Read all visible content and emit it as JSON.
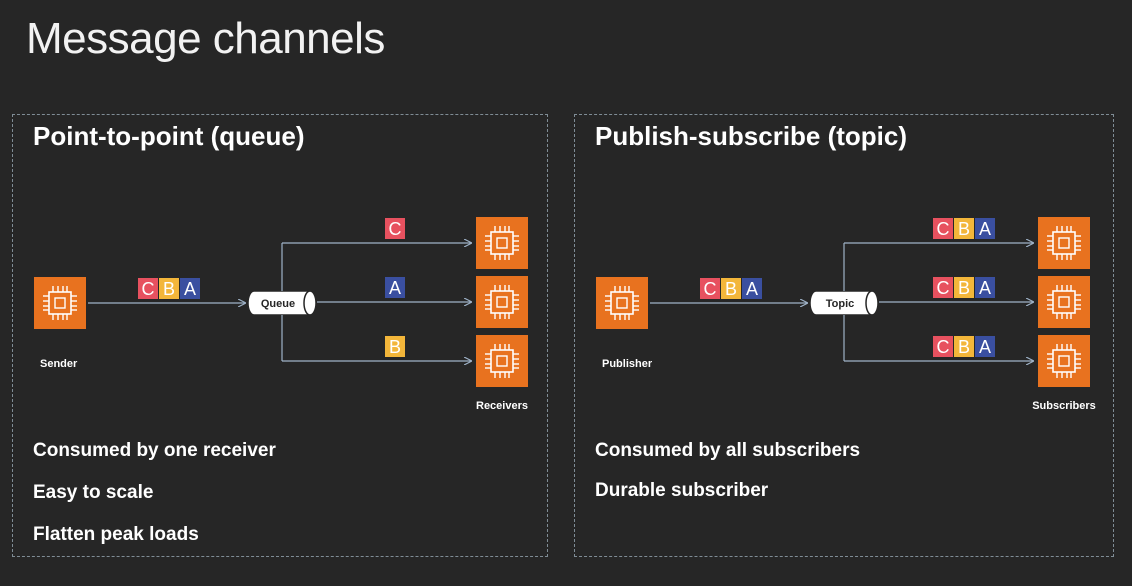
{
  "title": "Message channels",
  "colors": {
    "background": "#262626",
    "panel_border": "#7f8c95",
    "ec2_fill": "#e8721f",
    "msg_c": "#e7515f",
    "msg_b": "#f3b63a",
    "msg_a": "#3a4fa0",
    "arrow": "#9fb3c8"
  },
  "left": {
    "heading": "Point-to-point (queue)",
    "sender_label": "Sender",
    "channel_label": "Queue",
    "receivers_label": "Receivers",
    "incoming": [
      "C",
      "B",
      "A"
    ],
    "outgoing": [
      [
        "C"
      ],
      [
        "A"
      ],
      [
        "B"
      ]
    ],
    "bullets": [
      "Consumed by one receiver",
      "Easy to scale",
      "Flatten peak loads"
    ]
  },
  "right": {
    "heading": "Publish-subscribe (topic)",
    "sender_label": "Publisher",
    "channel_label": "Topic",
    "receivers_label": "Subscribers",
    "incoming": [
      "C",
      "B",
      "A"
    ],
    "outgoing": [
      [
        "C",
        "B",
        "A"
      ],
      [
        "C",
        "B",
        "A"
      ],
      [
        "C",
        "B",
        "A"
      ]
    ],
    "bullets": [
      "Consumed by all subscribers",
      "Durable subscriber"
    ]
  },
  "icons": [
    "ec2-instance-icon",
    "channel-cylinder-icon"
  ]
}
